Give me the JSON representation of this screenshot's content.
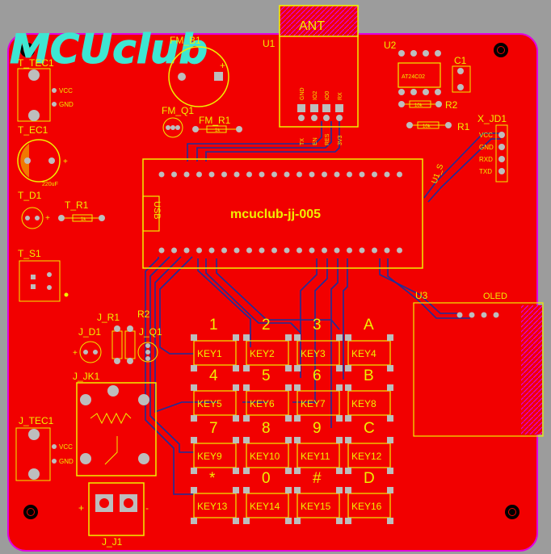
{
  "title": "MCUclub",
  "colors": {
    "background": "#9c9c9c",
    "board": "#f20000",
    "silk": "#f0f000",
    "trace": "#1c2f9c",
    "pad": "#bdbdbd",
    "logo": "#3ee6d2",
    "outline": "#e000e0"
  },
  "labels": {
    "ant": "ANT",
    "u1": "U1",
    "u2": "U2",
    "u3": "U3",
    "c1": "C1",
    "r1": "R1",
    "r2": "R2",
    "fm_b1": "FM_B1",
    "fm_q1": "FM_Q1",
    "fm_r1": "FM_R1",
    "t_tec1": "T_TEC1",
    "t_ec1": "T_EC1",
    "t_d1": "T_D1",
    "t_r1": "T_R1",
    "t_s1": "T_S1",
    "j_r1": "J_R1",
    "j_r2": "R2",
    "j_d1": "J_D1",
    "j_q1": "J_Q1",
    "j_jk1": "J_JK1",
    "j_tec1": "J_TEC1",
    "j_j1": "J_J1",
    "x_jd1": "X_JD1",
    "oled": "OLED",
    "usb": "USB",
    "board_name": "mcuclub-jj-005",
    "eeprom": "AT24C02",
    "r_10k": "10k",
    "r_1k": "1k",
    "cap": "220uF",
    "vcc": "VCC",
    "gnd": "GND",
    "plus": "+",
    "minus": "-"
  },
  "module_pins": [
    "GND",
    "IO2",
    "IO0",
    "RX"
  ],
  "module_pins_bottom": [
    "TX",
    "EN",
    "RES",
    "3V3"
  ],
  "x_jd1_pins": [
    "VCC",
    "GND",
    "RXD",
    "TXD"
  ],
  "keypad": {
    "chars": [
      "1",
      "2",
      "3",
      "A",
      "4",
      "5",
      "6",
      "B",
      "7",
      "8",
      "9",
      "C",
      "*",
      "0",
      "#",
      "D"
    ],
    "labels": [
      "KEY1",
      "KEY2",
      "KEY3",
      "KEY4",
      "KEY5",
      "KEY6",
      "KEY7",
      "KEY8",
      "KEY9",
      "KEY10",
      "KEY11",
      "KEY12",
      "KEY13",
      "KEY14",
      "KEY15",
      "KEY16"
    ]
  }
}
